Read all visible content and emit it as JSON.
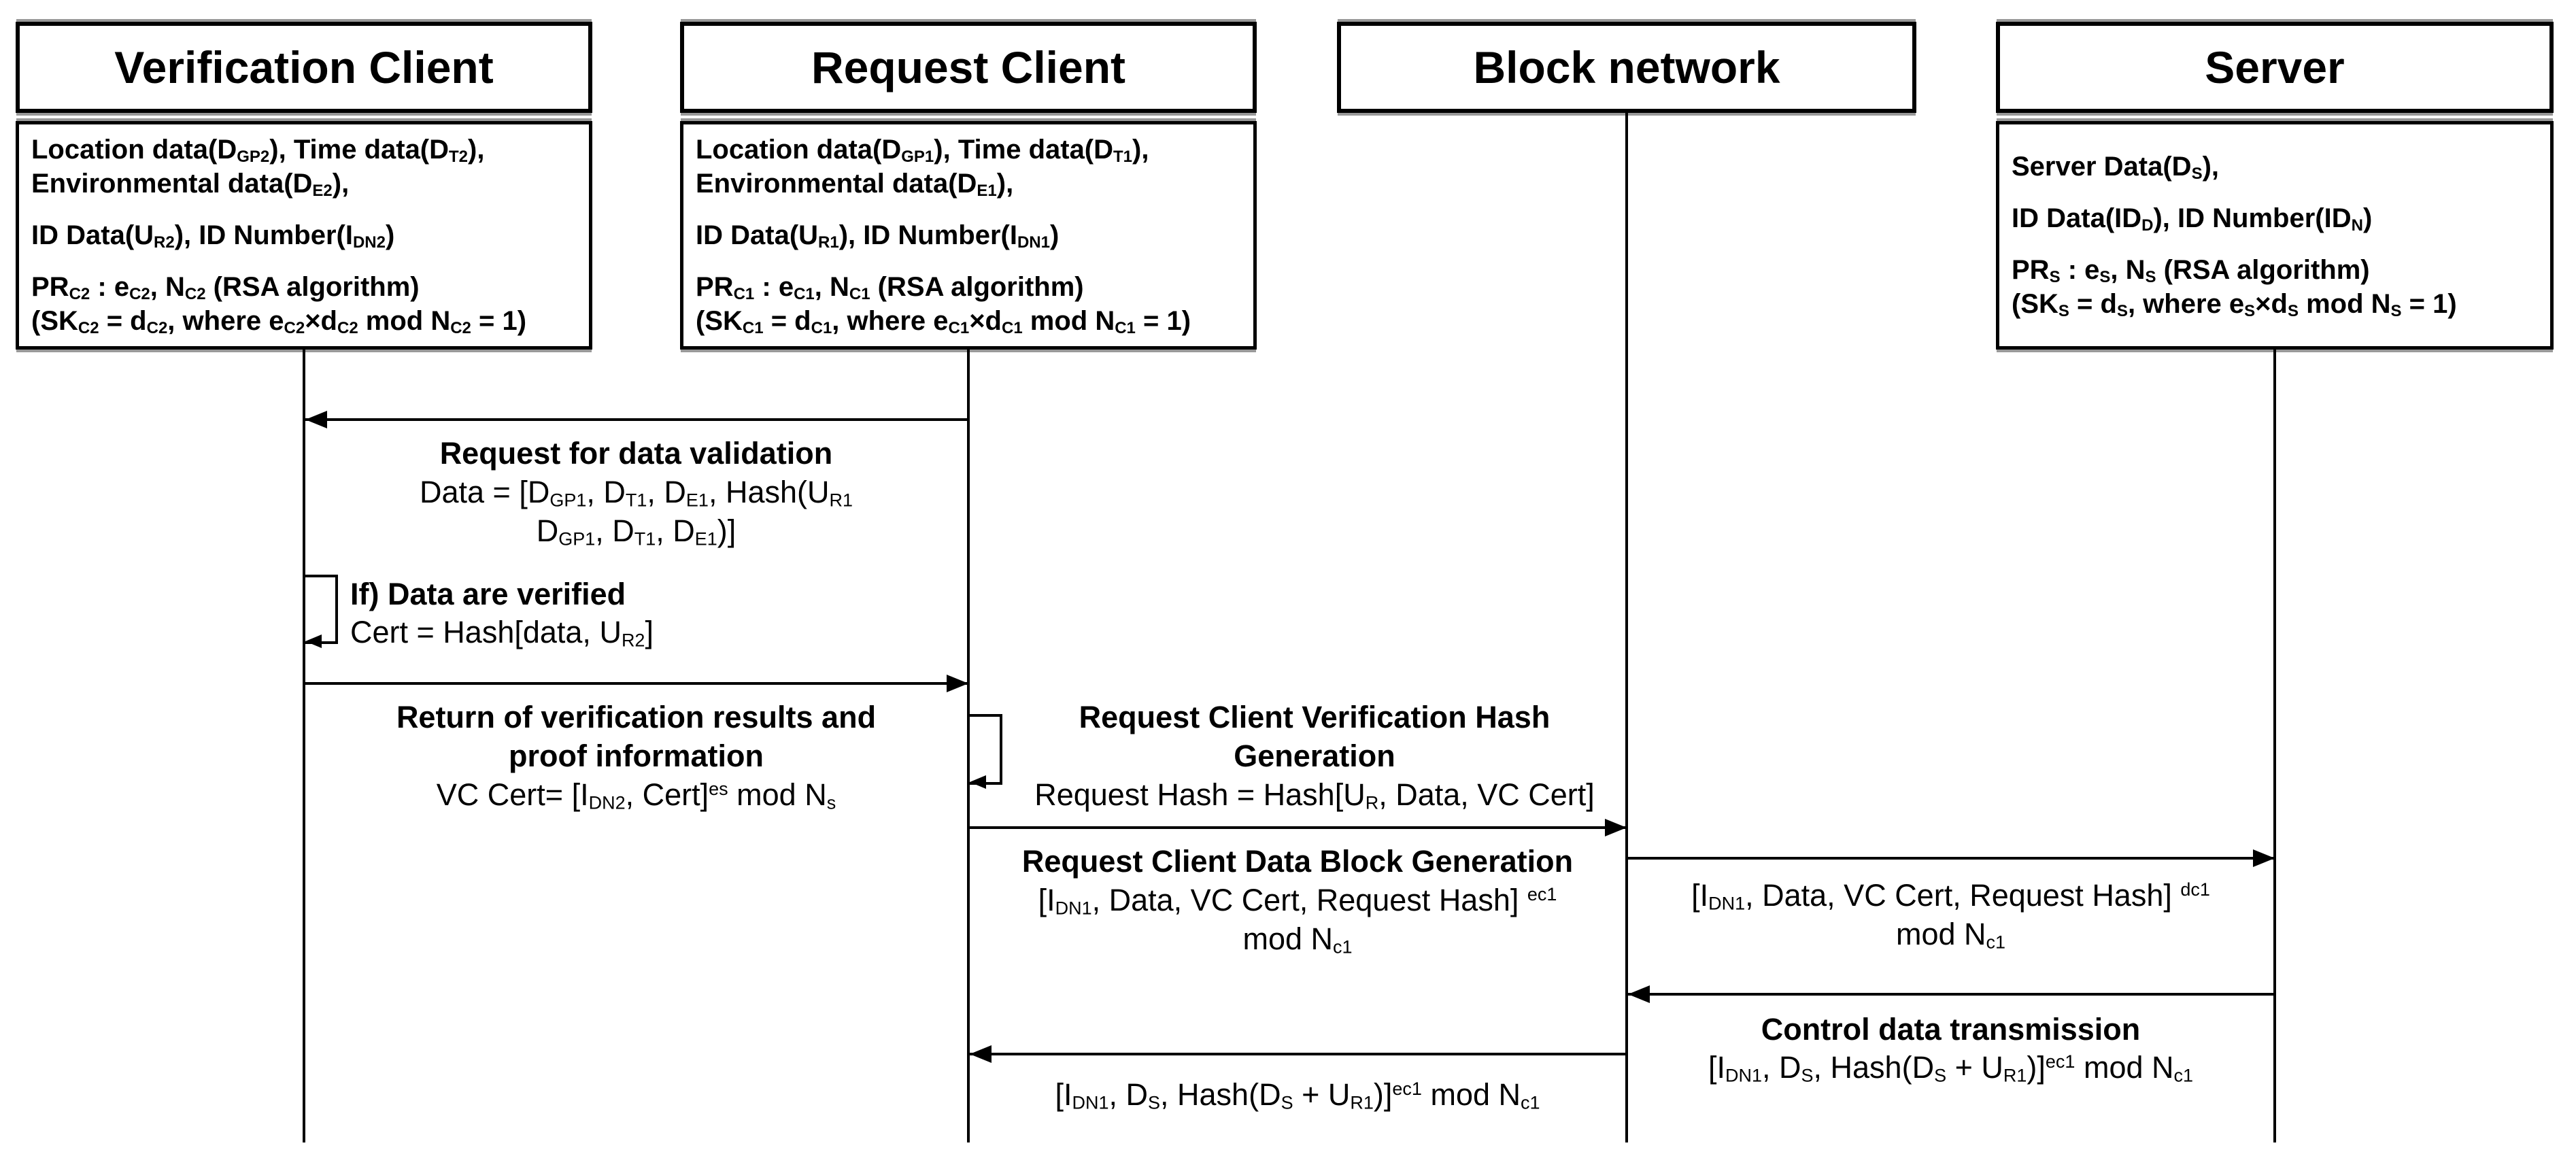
{
  "colors": {
    "ink": "#000000",
    "paper": "#ffffff",
    "scan_shadow": "#999999"
  },
  "actors": [
    {
      "id": "verification-client",
      "title": "Verification Client",
      "info_lines": [
        [
          {
            "t": "Location data(D"
          },
          {
            "sub": "GP2"
          },
          {
            "t": "), Time data(D"
          },
          {
            "sub": "T2"
          },
          {
            "t": "),"
          }
        ],
        [
          {
            "t": "Environmental data(D"
          },
          {
            "sub": "E2"
          },
          {
            "t": "),"
          }
        ],
        [
          {
            "t": "ID Data(U"
          },
          {
            "sub": "R2"
          },
          {
            "t": "), ID Number(I"
          },
          {
            "sub": "DN2"
          },
          {
            "t": ")"
          }
        ],
        [
          {
            "t": "PR"
          },
          {
            "sub": "C2"
          },
          {
            "t": " : e"
          },
          {
            "sub": "C2"
          },
          {
            "t": ", N"
          },
          {
            "sub": "C2"
          },
          {
            "t": " (RSA algorithm)"
          }
        ],
        [
          {
            "t": "(SK"
          },
          {
            "sub": "C2"
          },
          {
            "t": " = d"
          },
          {
            "sub": "C2"
          },
          {
            "t": ", where e"
          },
          {
            "sub": "C2"
          },
          {
            "t": "×d"
          },
          {
            "sub": "C2"
          },
          {
            "t": " mod N"
          },
          {
            "sub": "C2"
          },
          {
            "t": " = 1)"
          }
        ]
      ]
    },
    {
      "id": "request-client",
      "title": "Request Client",
      "info_lines": [
        [
          {
            "t": "Location data(D"
          },
          {
            "sub": "GP1"
          },
          {
            "t": "), Time data(D"
          },
          {
            "sub": "T1"
          },
          {
            "t": "),"
          }
        ],
        [
          {
            "t": "Environmental data(D"
          },
          {
            "sub": "E1"
          },
          {
            "t": "),"
          }
        ],
        [
          {
            "t": "ID Data(U"
          },
          {
            "sub": "R1"
          },
          {
            "t": "), ID Number(I"
          },
          {
            "sub": "DN1"
          },
          {
            "t": ")"
          }
        ],
        [
          {
            "t": "PR"
          },
          {
            "sub": "C1"
          },
          {
            "t": " : e"
          },
          {
            "sub": "C1"
          },
          {
            "t": ", N"
          },
          {
            "sub": "C1"
          },
          {
            "t": " (RSA algorithm)"
          }
        ],
        [
          {
            "t": "(SK"
          },
          {
            "sub": "C1"
          },
          {
            "t": " = d"
          },
          {
            "sub": "C1"
          },
          {
            "t": ", where e"
          },
          {
            "sub": "C1"
          },
          {
            "t": "×d"
          },
          {
            "sub": "C1"
          },
          {
            "t": " mod N"
          },
          {
            "sub": "C1"
          },
          {
            "t": " = 1)"
          }
        ]
      ]
    },
    {
      "id": "block-network",
      "title": "Block network",
      "info_lines": []
    },
    {
      "id": "server",
      "title": "Server",
      "info_lines": [
        [
          {
            "t": "Server Data(D"
          },
          {
            "sub": "S"
          },
          {
            "t": "),"
          }
        ],
        [
          {
            "t": "ID Data(ID"
          },
          {
            "sub": "D"
          },
          {
            "t": "), ID Number(ID"
          },
          {
            "sub": "N"
          },
          {
            "t": ")"
          }
        ],
        [
          {
            "t": "PR"
          },
          {
            "sub": "S"
          },
          {
            "t": " : e"
          },
          {
            "sub": "S"
          },
          {
            "t": ", N"
          },
          {
            "sub": "S"
          },
          {
            "t": " (RSA algorithm)"
          }
        ],
        [
          {
            "t": "(SK"
          },
          {
            "sub": "S"
          },
          {
            "t": " = d"
          },
          {
            "sub": "S"
          },
          {
            "t": ", where e"
          },
          {
            "sub": "S"
          },
          {
            "t": "×d"
          },
          {
            "sub": "S"
          },
          {
            "t": " mod N"
          },
          {
            "sub": "S"
          },
          {
            "t": " = 1)"
          }
        ]
      ]
    }
  ],
  "messages": [
    {
      "kind": "arrow",
      "from": "request-client",
      "to": "verification-client",
      "title_lines": [
        "Request for data validation"
      ],
      "formula_lines": [
        [
          {
            "t": "Data = [D"
          },
          {
            "sub": "GP1"
          },
          {
            "t": ", D"
          },
          {
            "sub": "T1"
          },
          {
            "t": ", D"
          },
          {
            "sub": "E1"
          },
          {
            "t": ", Hash(U"
          },
          {
            "sub": "R1"
          }
        ],
        [
          {
            "t": "D"
          },
          {
            "sub": "GP1"
          },
          {
            "t": ", D"
          },
          {
            "sub": "T1"
          },
          {
            "t": ", D"
          },
          {
            "sub": "E1"
          },
          {
            "t": ")]"
          }
        ]
      ]
    },
    {
      "kind": "self",
      "actor": "verification-client",
      "title_lines": [
        "If) Data are verified"
      ],
      "formula_lines": [
        [
          {
            "t": "Cert = Hash[data, U"
          },
          {
            "sub": "R2"
          },
          {
            "t": "]"
          }
        ]
      ]
    },
    {
      "kind": "arrow",
      "from": "verification-client",
      "to": "request-client",
      "title_lines": [
        "Return of verification results and",
        "proof information"
      ],
      "formula_lines": [
        [
          {
            "t": "VC Cert= [I"
          },
          {
            "sub": "DN2"
          },
          {
            "t": ", Cert]"
          },
          {
            "sup": "es"
          },
          {
            "t": " mod N"
          },
          {
            "sub": "s"
          }
        ]
      ]
    },
    {
      "kind": "self",
      "actor": "request-client",
      "title_lines": [
        "Request Client Verification Hash",
        "Generation"
      ],
      "formula_lines": [
        [
          {
            "t": "Request Hash = Hash[U"
          },
          {
            "sub": "R"
          },
          {
            "t": ", Data, VC Cert]"
          }
        ]
      ]
    },
    {
      "kind": "arrow",
      "from": "request-client",
      "to": "block-network",
      "title_lines": [
        "Request Client Data Block Generation"
      ],
      "formula_lines": [
        [
          {
            "t": "[I"
          },
          {
            "sub": "DN1"
          },
          {
            "t": ", Data, VC Cert, Request Hash] "
          },
          {
            "sup": "ec1"
          }
        ],
        [
          {
            "t": "mod N"
          },
          {
            "sub": "c1"
          }
        ]
      ]
    },
    {
      "kind": "arrow",
      "from": "block-network",
      "to": "server",
      "title_lines": [],
      "formula_lines": [
        [
          {
            "t": "[I"
          },
          {
            "sub": "DN1"
          },
          {
            "t": ", Data, VC Cert, Request Hash] "
          },
          {
            "sup": "dc1"
          }
        ],
        [
          {
            "t": "mod N"
          },
          {
            "sub": "c1"
          }
        ]
      ]
    },
    {
      "kind": "arrow",
      "from": "server",
      "to": "block-network",
      "title_lines": [
        "Control data transmission"
      ],
      "formula_lines": [
        [
          {
            "t": "[I"
          },
          {
            "sub": "DN1"
          },
          {
            "t": ", D"
          },
          {
            "sub": "S"
          },
          {
            "t": ", Hash(D"
          },
          {
            "sub": "S"
          },
          {
            "t": " + U"
          },
          {
            "sub": "R1"
          },
          {
            "t": ")]"
          },
          {
            "sup": "ec1"
          },
          {
            "t": " mod N"
          },
          {
            "sub": "c1"
          }
        ]
      ]
    },
    {
      "kind": "arrow",
      "from": "block-network",
      "to": "request-client",
      "title_lines": [],
      "formula_lines": [
        [
          {
            "t": "[I"
          },
          {
            "sub": "DN1"
          },
          {
            "t": ", D"
          },
          {
            "sub": "S"
          },
          {
            "t": ", Hash(D"
          },
          {
            "sub": "S"
          },
          {
            "t": " + U"
          },
          {
            "sub": "R1"
          },
          {
            "t": ")]"
          },
          {
            "sup": "ec1"
          },
          {
            "t": " mod N"
          },
          {
            "sub": "c1"
          }
        ]
      ]
    }
  ]
}
